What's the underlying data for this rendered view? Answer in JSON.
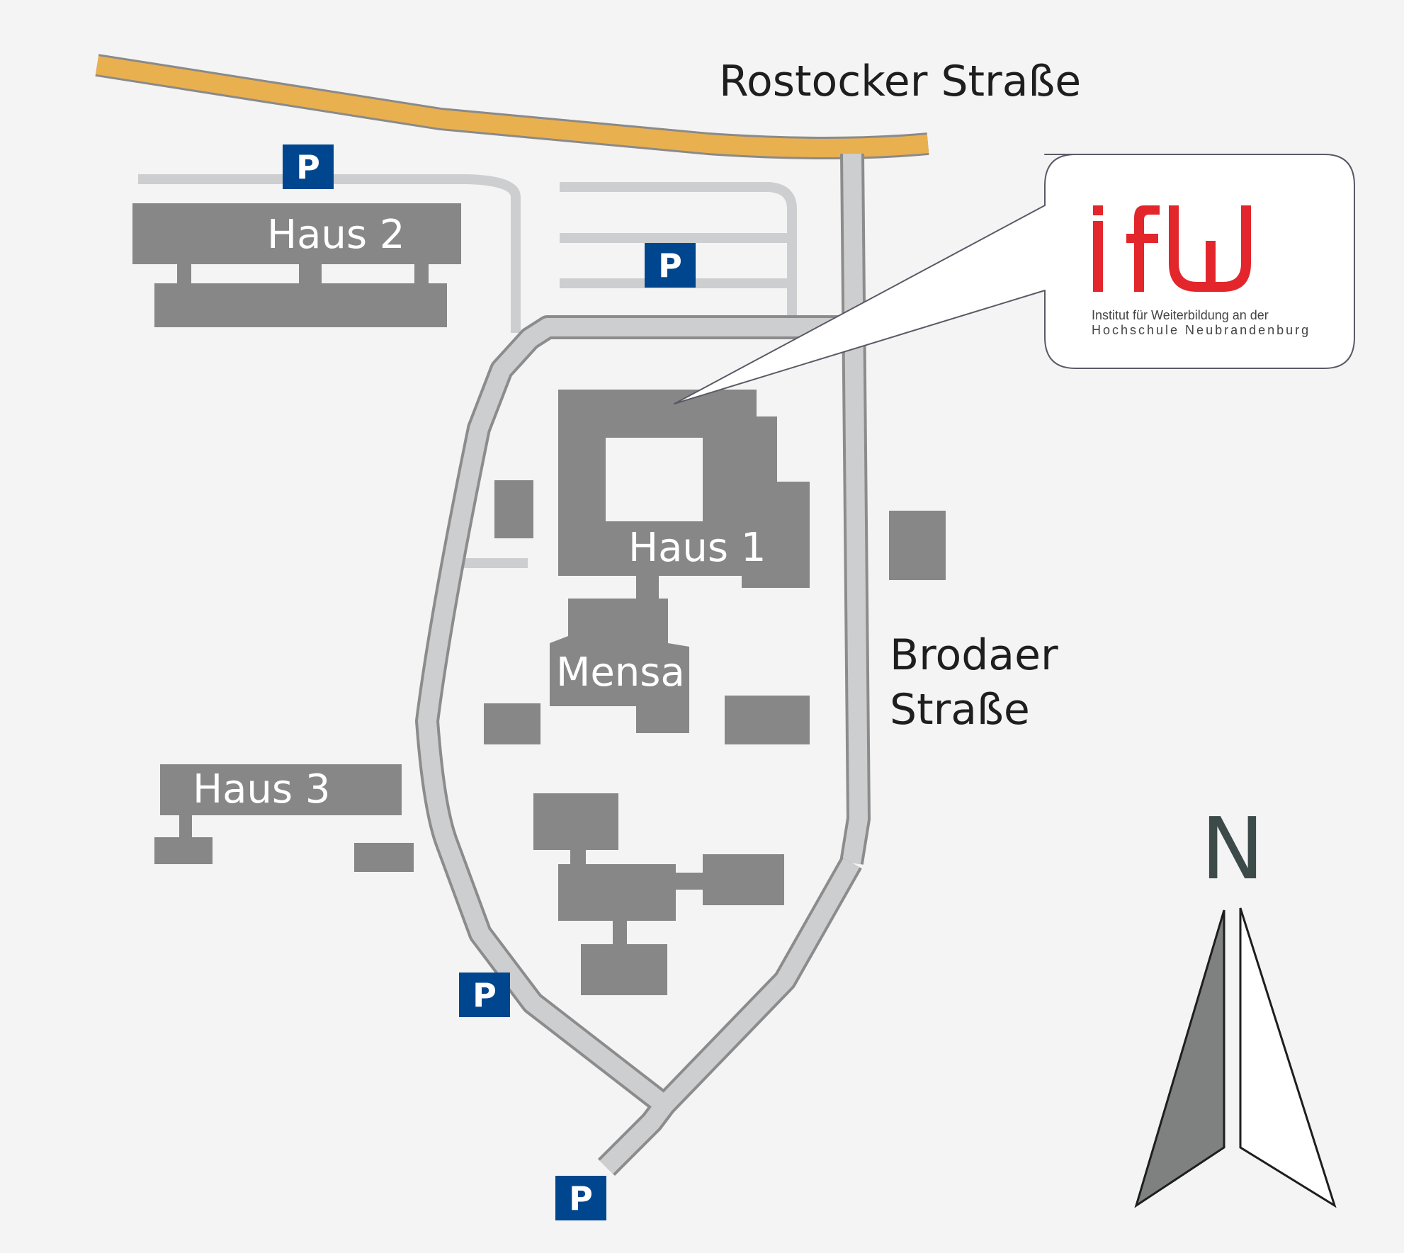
{
  "colors": {
    "background": "#f4f4f4",
    "building": "#878788",
    "path": "#cdcecf",
    "path_outline": "#8c8c8c",
    "main_road": "#e9b04f",
    "parking": "#00468e",
    "logo_red": "#e3262b"
  },
  "roads": {
    "rostocker": "Rostocker Straße",
    "brodaer_line1": "Brodaer",
    "brodaer_line2": "Straße"
  },
  "buildings": {
    "haus1": "Haus 1",
    "haus2": "Haus 2",
    "haus3": "Haus 3",
    "mensa": "Mensa"
  },
  "parking": {
    "label": "P"
  },
  "callout": {
    "logo_text": "ifW",
    "line1": "Institut für Weiterbildung an der",
    "line2": "Hochschule Neubrandenburg"
  },
  "compass": {
    "north": "N",
    "icon": "north-arrow-icon"
  }
}
